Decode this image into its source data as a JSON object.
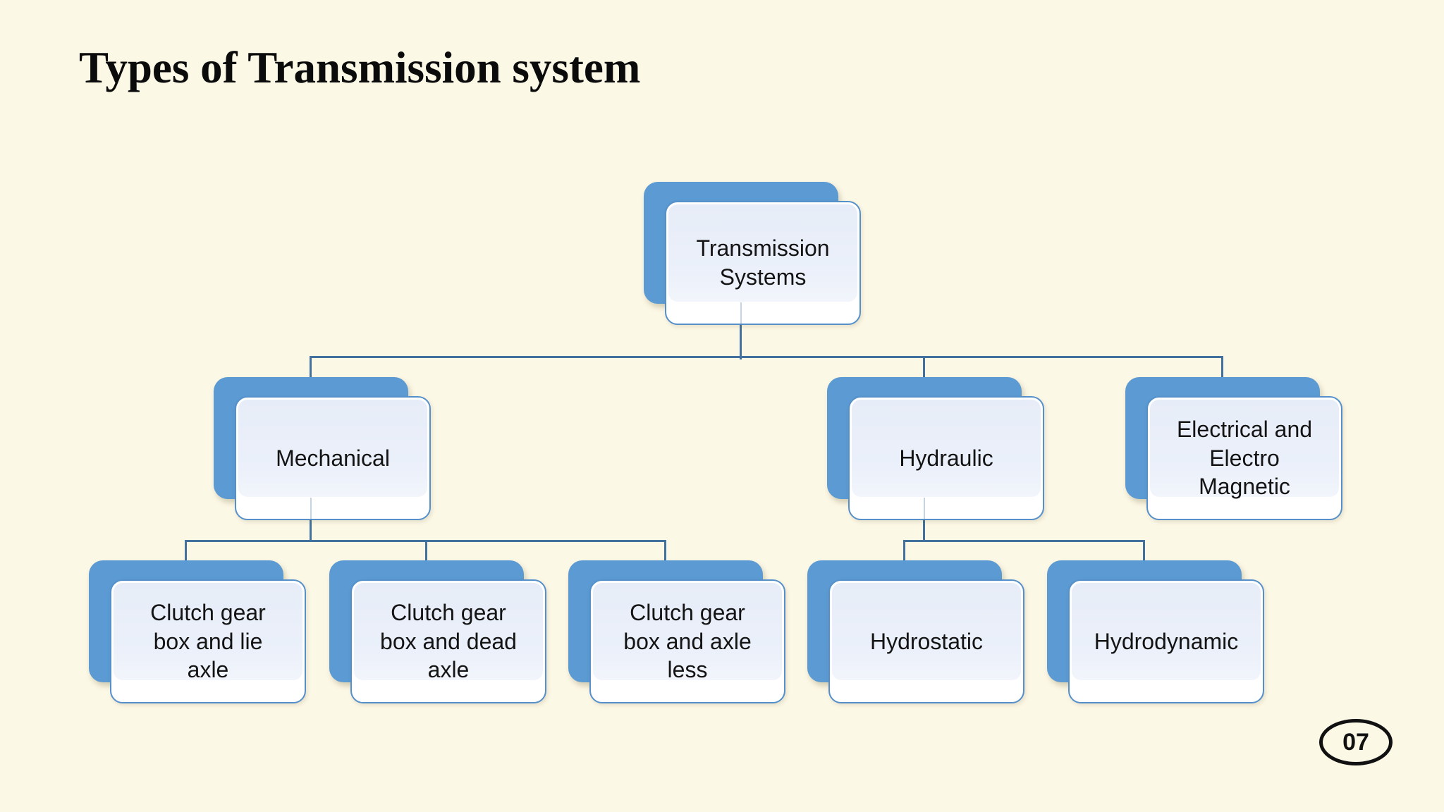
{
  "slide": {
    "title": "Types of Transmission system",
    "page_number": "07",
    "background_color": "#FCF8E6"
  },
  "palette": {
    "accent_blue": "#5B9AD2",
    "card_border": "#5590CB",
    "card_fill": "#FFFFFF",
    "card_panel": "#E9EEF8",
    "connector": "#41719C",
    "title_color": "#0B0B0B",
    "label_color": "#141414",
    "page_oval_border": "#111111"
  },
  "diagram": {
    "type": "hierarchy",
    "nodes": {
      "root": {
        "label": "Transmission Systems"
      },
      "mechanical": {
        "label": "Mechanical"
      },
      "hydraulic": {
        "label": "Hydraulic"
      },
      "electrical": {
        "label": "Electrical and Electro Magnetic"
      },
      "clutch_lie_axle": {
        "label": "Clutch gear box and lie axle"
      },
      "clutch_dead_axle": {
        "label": "Clutch gear box and dead axle"
      },
      "clutch_axle_less": {
        "label": "Clutch gear box and axle less"
      },
      "hydrostatic": {
        "label": "Hydrostatic"
      },
      "hydrodynamic": {
        "label": "Hydrodynamic"
      }
    },
    "edges": [
      {
        "from": "Transmission Systems",
        "to": "Mechanical"
      },
      {
        "from": "Transmission Systems",
        "to": "Hydraulic"
      },
      {
        "from": "Transmission Systems",
        "to": "Electrical and Electro Magnetic"
      },
      {
        "from": "Mechanical",
        "to": "Clutch gear box and lie axle"
      },
      {
        "from": "Mechanical",
        "to": "Clutch gear box and dead axle"
      },
      {
        "from": "Mechanical",
        "to": "Clutch gear box and axle less"
      },
      {
        "from": "Hydraulic",
        "to": "Hydrostatic"
      },
      {
        "from": "Hydraulic",
        "to": "Hydrodynamic"
      }
    ]
  }
}
